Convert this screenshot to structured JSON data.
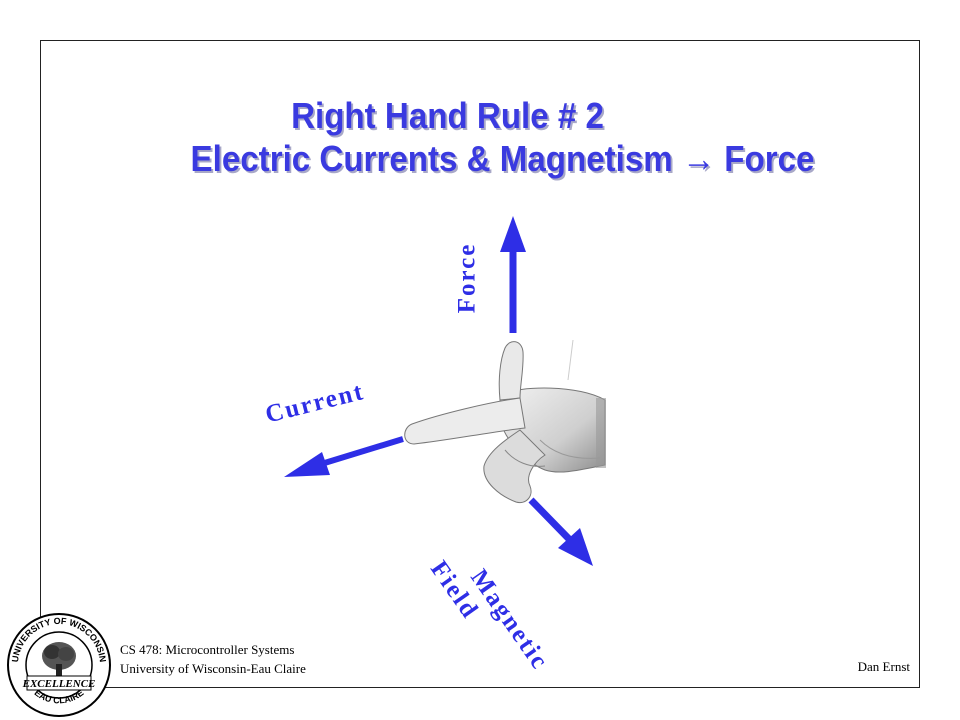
{
  "slide": {
    "title_line1": "Right Hand Rule # 2",
    "title_line2": "Electric Currents & Magnetism → Force"
  },
  "diagram": {
    "force_label": "Force",
    "current_label": "Current",
    "field_label_line1": "Magnetic",
    "field_label_line2": "Field",
    "arrow_color": "#2e2ee6"
  },
  "footer": {
    "course": "CS 478: Microcontroller Systems",
    "school": "University of Wisconsin-Eau Claire",
    "author": "Dan Ernst"
  },
  "logo": {
    "top_text": "UNIVERSITY OF WISCONSIN",
    "middle_text": "EXCELLENCE",
    "bottom_text": "EAU CLAIRE"
  }
}
